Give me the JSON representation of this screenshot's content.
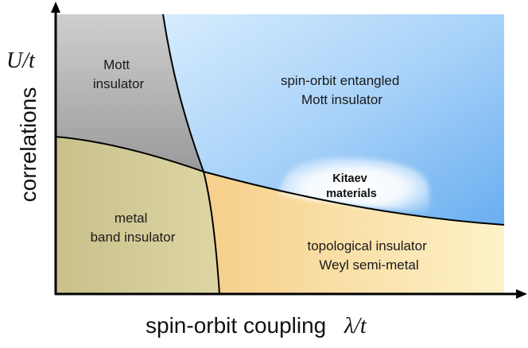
{
  "regions": {
    "mott_insulator": [
      "Mott",
      "insulator"
    ],
    "spin_orbit_entangled": [
      "spin-orbit entangled",
      "Mott insulator"
    ],
    "kitaev_materials": [
      "Kitaev",
      "materials"
    ],
    "metal_band_insulator": [
      "metal",
      "band insulator"
    ],
    "topological_insulator": [
      "topological insulator",
      "Weyl semi-metal"
    ]
  },
  "axes": {
    "x_label": "spin-orbit coupling",
    "x_symbol": "λ/t",
    "y_label": "correlations",
    "y_symbol": "U/t"
  },
  "colors": {
    "mott_gray": "#9b9b9b",
    "metal_olive": "#cdc48c",
    "spin_orbit_blue": "#8ec2f4",
    "topological_yellow": "#f8dca0",
    "kitaev_white": "#ffffff",
    "line": "#000000"
  }
}
